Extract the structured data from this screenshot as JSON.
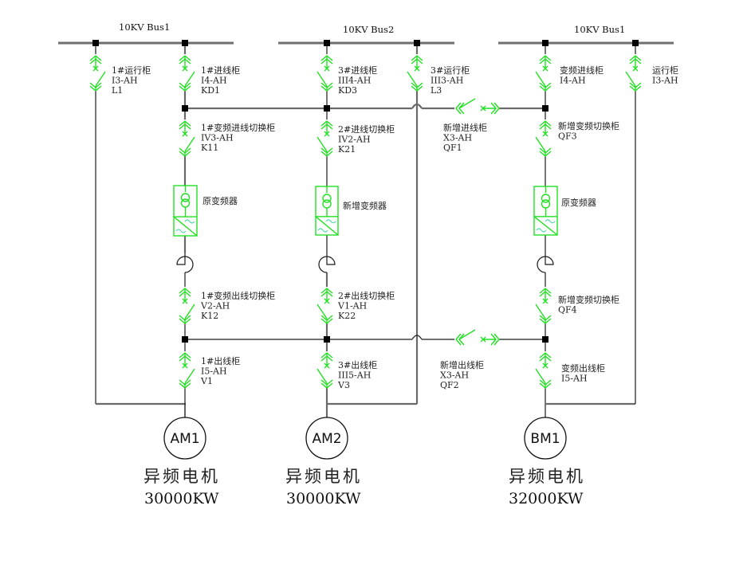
{
  "diagram": {
    "buses": [
      {
        "id": "bus-left",
        "label": "10KV Bus1"
      },
      {
        "id": "bus-mid",
        "label": "10KV Bus2"
      },
      {
        "id": "bus-right",
        "label": "10KV Bus1"
      }
    ],
    "switchgear": [
      {
        "id": "sw-L1",
        "lines": [
          "1#运行柜",
          "I3-AH",
          "L1"
        ]
      },
      {
        "id": "sw-KD1",
        "lines": [
          "1#进线柜",
          "I4-AH",
          "KD1"
        ]
      },
      {
        "id": "sw-KD3",
        "lines": [
          "3#进线柜",
          "III4-AH",
          "KD3"
        ]
      },
      {
        "id": "sw-L3",
        "lines": [
          "3#运行柜",
          "III3-AH",
          "L3"
        ]
      },
      {
        "id": "sw-vf-in",
        "lines": [
          "变频进线柜",
          "I4-AH"
        ]
      },
      {
        "id": "sw-run-right",
        "lines": [
          "运行柜",
          "I3-AH"
        ]
      },
      {
        "id": "sw-K11",
        "lines": [
          "1#变频进线切换柜",
          "IV3-AH",
          "K11"
        ]
      },
      {
        "id": "sw-K21",
        "lines": [
          "2#进线切换柜",
          "IV2-AH",
          "K21"
        ]
      },
      {
        "id": "sw-QF1",
        "lines": [
          "新增进线柜",
          "X3-AH",
          "QF1"
        ]
      },
      {
        "id": "sw-QF3",
        "lines": [
          "新增变频切换柜",
          "QF3"
        ]
      },
      {
        "id": "sw-K12",
        "lines": [
          "1#变频出线切换柜",
          "V2-AH",
          "K12"
        ]
      },
      {
        "id": "sw-K22",
        "lines": [
          "2#出线切换柜",
          "V1-AH",
          "K22"
        ]
      },
      {
        "id": "sw-QF4",
        "lines": [
          "新增变频切换柜",
          "QF4"
        ]
      },
      {
        "id": "sw-V1",
        "lines": [
          "1#出线柜",
          "I5-AH",
          "V1"
        ]
      },
      {
        "id": "sw-V3",
        "lines": [
          "3#出线柜",
          "III5-AH",
          "V3"
        ]
      },
      {
        "id": "sw-QF2",
        "lines": [
          "新增出线柜",
          "X3-AH",
          "QF2"
        ]
      },
      {
        "id": "sw-vf-out",
        "lines": [
          "变频出线柜",
          "I5-AH"
        ]
      }
    ],
    "converters": [
      {
        "id": "vfd-1",
        "label": "原变频器"
      },
      {
        "id": "vfd-2",
        "label": "新增变频器"
      },
      {
        "id": "vfd-3",
        "label": "原变频器"
      }
    ],
    "motors": [
      {
        "id": "AM1",
        "label": "AM1",
        "type": "异频电机",
        "power": "30000KW"
      },
      {
        "id": "AM2",
        "label": "AM2",
        "type": "异频电机",
        "power": "30000KW"
      },
      {
        "id": "BM1",
        "label": "BM1",
        "type": "异频电机",
        "power": "32000KW"
      }
    ],
    "colors": {
      "switch": "#22e022",
      "bus": "#6f6f6f",
      "wire": "#1a1a1a"
    }
  }
}
